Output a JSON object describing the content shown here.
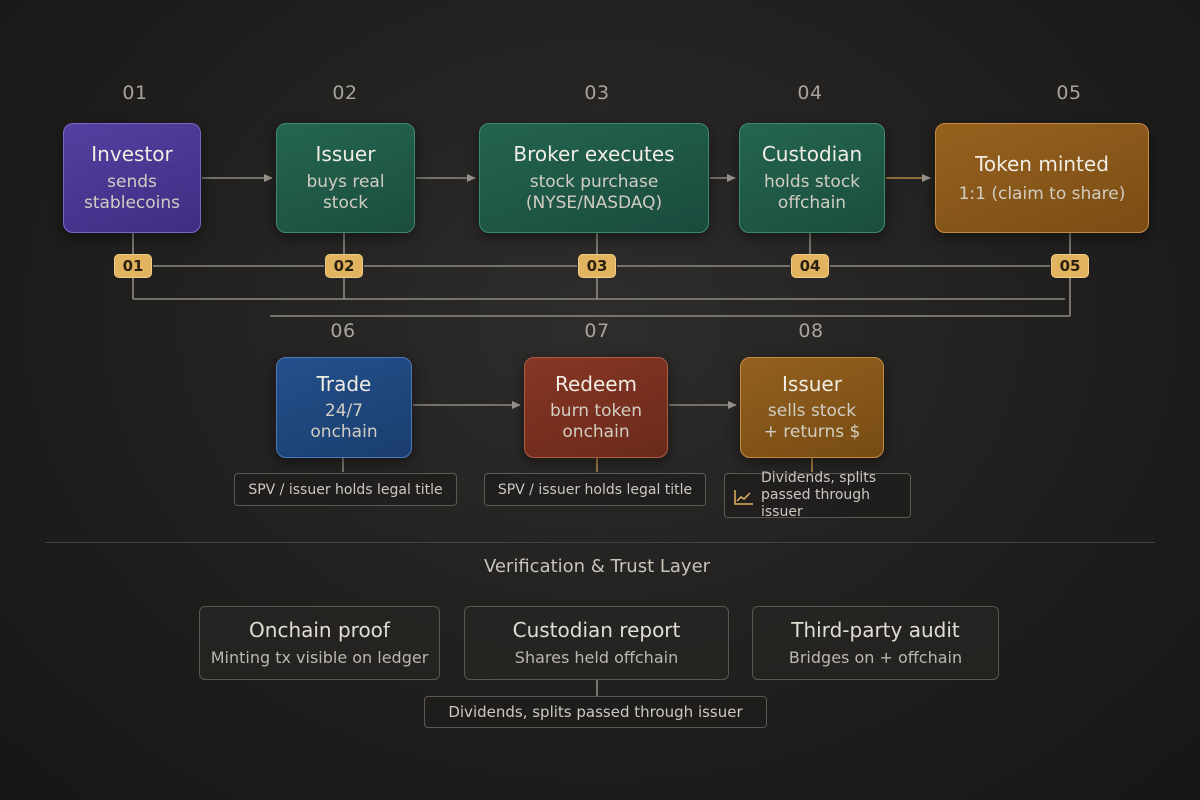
{
  "steps_top": [
    {
      "num": "01",
      "title": "Investor",
      "sub1": "sends",
      "sub2": "stablecoins",
      "badge": "01",
      "color": "#4a3593"
    },
    {
      "num": "02",
      "title": "Issuer",
      "sub1": "buys real",
      "sub2": "stock",
      "badge": "02",
      "color": "#1f5a47"
    },
    {
      "num": "03",
      "title": "Broker executes",
      "sub1": "stock purchase",
      "sub2": "(NYSE/NASDAQ)",
      "badge": "03",
      "color": "#1e5848"
    },
    {
      "num": "04",
      "title": "Custodian",
      "sub1": "holds stock",
      "sub2": "offchain",
      "badge": "04",
      "color": "#1f5a49"
    },
    {
      "num": "05",
      "title": "Token minted",
      "sub1": "1:1 (claim to share)",
      "sub2": "",
      "badge": "05",
      "color": "#8e5a1a"
    }
  ],
  "steps_bottom": [
    {
      "num": "06",
      "title": "Trade",
      "sub1": "24/7",
      "sub2": "onchain",
      "color": "#1e4478"
    },
    {
      "num": "07",
      "title": "Redeem",
      "sub1": "burn token",
      "sub2": "onchain",
      "color": "#7a2f1f"
    },
    {
      "num": "08",
      "title": "Issuer",
      "sub1": "sells stock",
      "sub2": "+ returns $",
      "color": "#8a5a1c"
    }
  ],
  "notes": {
    "trade": "SPV / issuer holds legal title",
    "redeem": "SPV / issuer holds legal title",
    "issuer_line1": "Dividends, splits",
    "issuer_line2": "passed through issuer"
  },
  "verification": {
    "title": "Verification & Trust Layer",
    "boxes": [
      {
        "title": "Onchain proof",
        "sub": "Minting tx visible on ledger"
      },
      {
        "title": "Custodian report",
        "sub": "Shares held offchain"
      },
      {
        "title": "Third-party audit",
        "sub": "Bridges on + offchain"
      }
    ],
    "footnote": "Dividends, splits passed through issuer"
  },
  "colors": {
    "connector": "#8e8a83",
    "badge": "#e3b45f",
    "chart_icon": "#e3b45f"
  },
  "icons": {
    "note_icon": "line-chart-icon"
  }
}
